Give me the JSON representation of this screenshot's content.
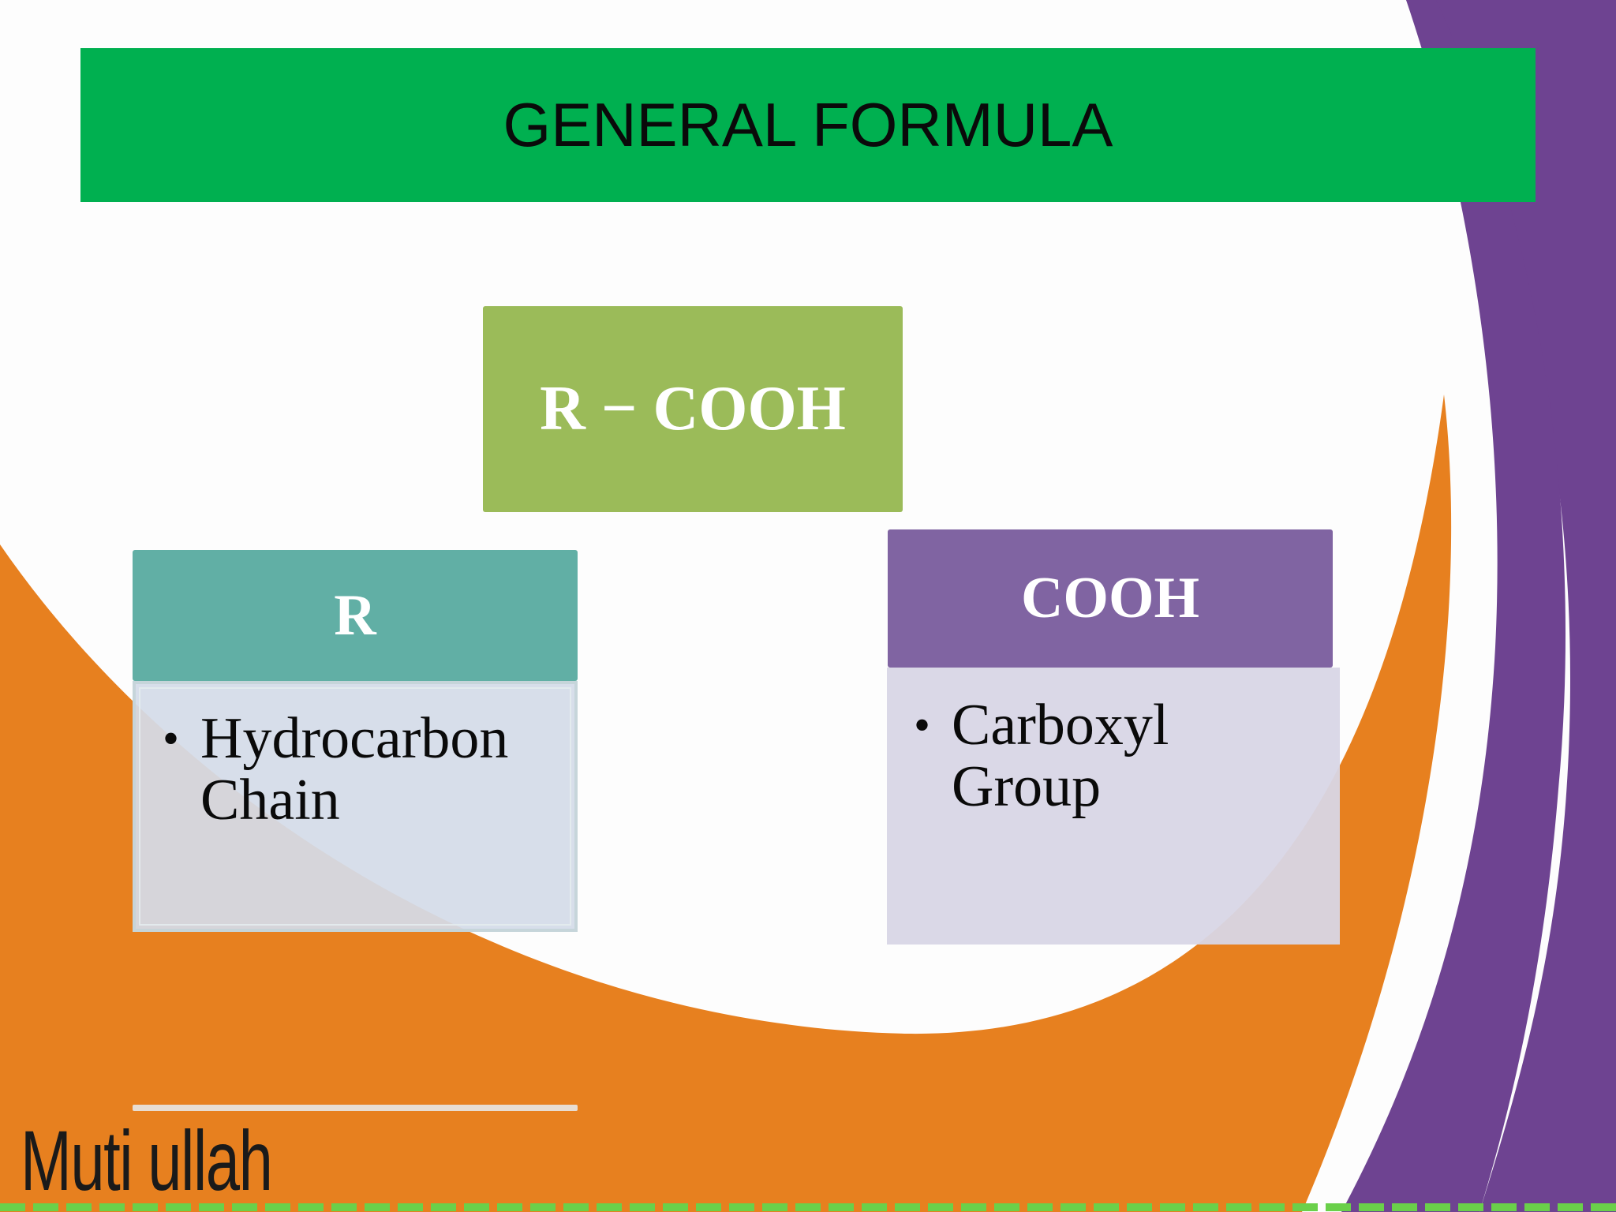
{
  "slide": {
    "title": "GENERAL FORMULA",
    "formula": "R − COOH",
    "left_part": {
      "heading": "R",
      "bullet": "Hydrocarbon Chain"
    },
    "right_part": {
      "heading": "COOH",
      "bullet": "Carboxyl Group"
    },
    "footer": {
      "author": "Muti ullah"
    }
  },
  "colors": {
    "title_banner": "#00b050",
    "formula_box": "#9bbb59",
    "r_box": "#61afa5",
    "cooh_box": "#8064a2",
    "orange_swoosh": "#e7801f",
    "purple_swoosh": "#6e4391",
    "dashed_green_border": "#6ad04a"
  }
}
